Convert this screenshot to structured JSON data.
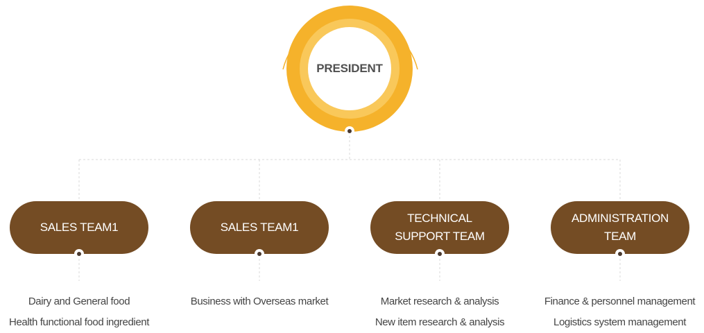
{
  "president": {
    "label": "PRESIDENT"
  },
  "teams": [
    {
      "name_lines": [
        "SALES TEAM1"
      ],
      "duties": [
        "Dairy and General food",
        "Health functional food ingredient"
      ]
    },
    {
      "name_lines": [
        "SALES TEAM1"
      ],
      "duties": [
        "Business with Overseas market"
      ]
    },
    {
      "name_lines": [
        "TECHNICAL",
        "SUPPORT TEAM"
      ],
      "duties": [
        "Market research & analysis",
        "New item research & analysis"
      ]
    },
    {
      "name_lines": [
        "ADMINISTRATION",
        "TEAM"
      ],
      "duties": [
        "Finance & personnel management",
        "Logistics system management"
      ]
    }
  ],
  "colors": {
    "president_outer": "#f5b22b",
    "president_ring": "#f9c85a",
    "team_fill": "#744c24",
    "connector": "#d8d8d8"
  }
}
